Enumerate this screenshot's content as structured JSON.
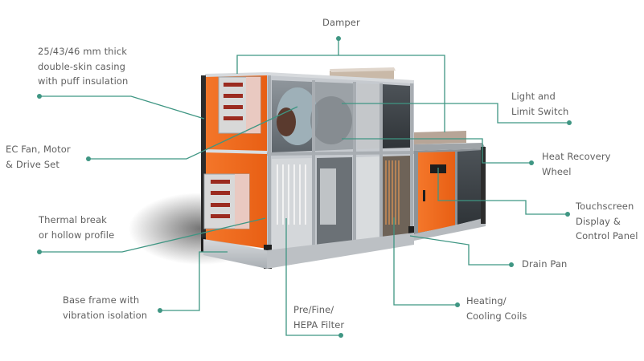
{
  "diagram": {
    "subject": "Air Handling Unit",
    "colors": {
      "accent": "#3f9683",
      "label_text": "#5f5f5f",
      "casing_orange": "#f26b1d",
      "frame_aluminium": "#b9bec4",
      "background": "#ffffff"
    },
    "callouts": [
      {
        "id": "damper",
        "lines": [
          "Damper"
        ]
      },
      {
        "id": "casing",
        "lines": [
          "25/43/46 mm thick",
          "double-skin casing",
          "with puff insulation"
        ]
      },
      {
        "id": "light-switch",
        "lines": [
          "Light and",
          "Limit Switch"
        ]
      },
      {
        "id": "ec-fan",
        "lines": [
          "EC Fan, Motor",
          "& Drive Set"
        ]
      },
      {
        "id": "heat-recovery",
        "lines": [
          "Heat Recovery",
          "Wheel"
        ]
      },
      {
        "id": "touchscreen",
        "lines": [
          "Touchscreen",
          "Display &",
          "Control Panel"
        ]
      },
      {
        "id": "thermal-break",
        "lines": [
          "Thermal break",
          "or hollow profile"
        ]
      },
      {
        "id": "drain-pan",
        "lines": [
          "Drain Pan"
        ]
      },
      {
        "id": "base-frame",
        "lines": [
          "Base frame with",
          "vibration isolation"
        ]
      },
      {
        "id": "filter",
        "lines": [
          "Pre/Fine/",
          "HEPA Filter"
        ]
      },
      {
        "id": "coils",
        "lines": [
          "Heating/",
          "Cooling Coils"
        ]
      }
    ]
  }
}
